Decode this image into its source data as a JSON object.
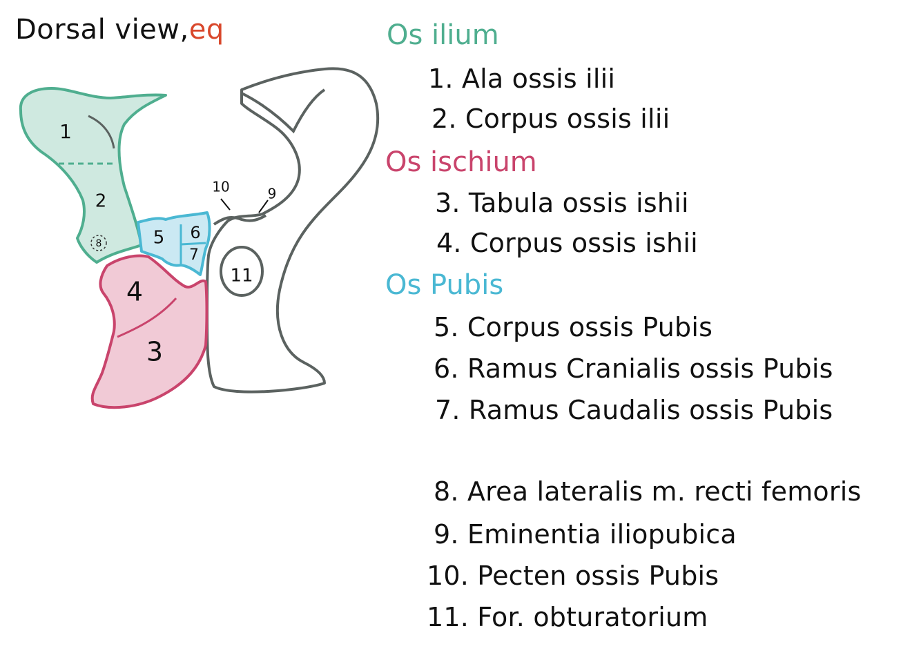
{
  "title": {
    "main": "Dorsal view,",
    "suffix": "eq"
  },
  "colors": {
    "ilium": "#4fae8f",
    "ilium_fill": "#cfe9e0",
    "ischium": "#c9446c",
    "ischium_fill": "#f1cad6",
    "pubis": "#4ab8d3",
    "pubis_fill": "#cbe9f3",
    "outline": "#5b6260",
    "title_accent": "#d9472b"
  },
  "diagram": {
    "numbers": [
      "1",
      "2",
      "8",
      "5",
      "6",
      "7",
      "4",
      "3",
      "10",
      "9",
      "11"
    ]
  },
  "groups": [
    {
      "name": "Os ilium",
      "color": "#4fae8f",
      "items": [
        "1. Ala ossis ilii",
        "2. Corpus ossis ilii"
      ]
    },
    {
      "name": "Os ischium",
      "color": "#c9446c",
      "items": [
        "3. Tabula ossis ishii",
        "4. Corpus ossis ishii"
      ]
    },
    {
      "name": "Os Pubis",
      "color": "#4ab8d3",
      "items": [
        "5. Corpus ossis Pubis",
        "6. Ramus Cranialis ossis Pubis",
        "7. Ramus Caudalis ossis Pubis"
      ]
    }
  ],
  "extra_items": [
    "8. Area lateralis m. recti femoris",
    "9. Eminentia iliopubica",
    "10. Pecten ossis Pubis",
    "11. For. obturatorium"
  ]
}
